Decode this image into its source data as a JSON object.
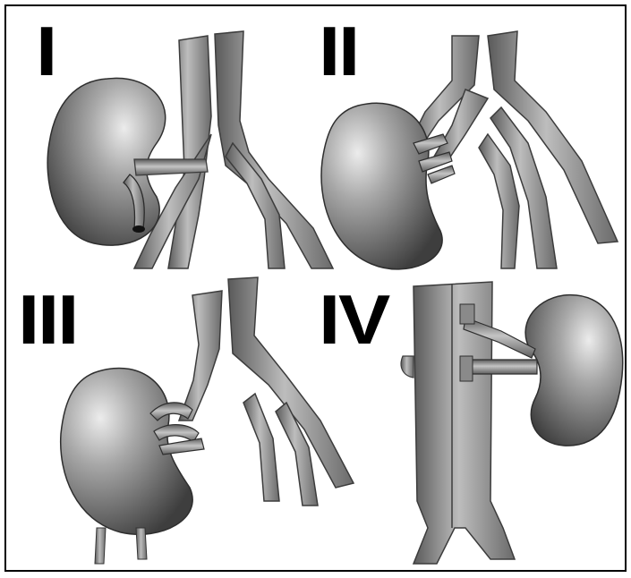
{
  "panels": [
    {
      "id": "I",
      "label": "I"
    },
    {
      "id": "II",
      "label": "II"
    },
    {
      "id": "III",
      "label": "III"
    },
    {
      "id": "IV",
      "label": "IV"
    }
  ],
  "colors": {
    "background": "#ffffff",
    "border": "#000000",
    "label": "#000000",
    "vessel_fill": "#9a9a9a",
    "vessel_edge": "#3c3c3c",
    "kidney_light": "#d8d8d8",
    "kidney_dark": "#4a4a4a"
  }
}
